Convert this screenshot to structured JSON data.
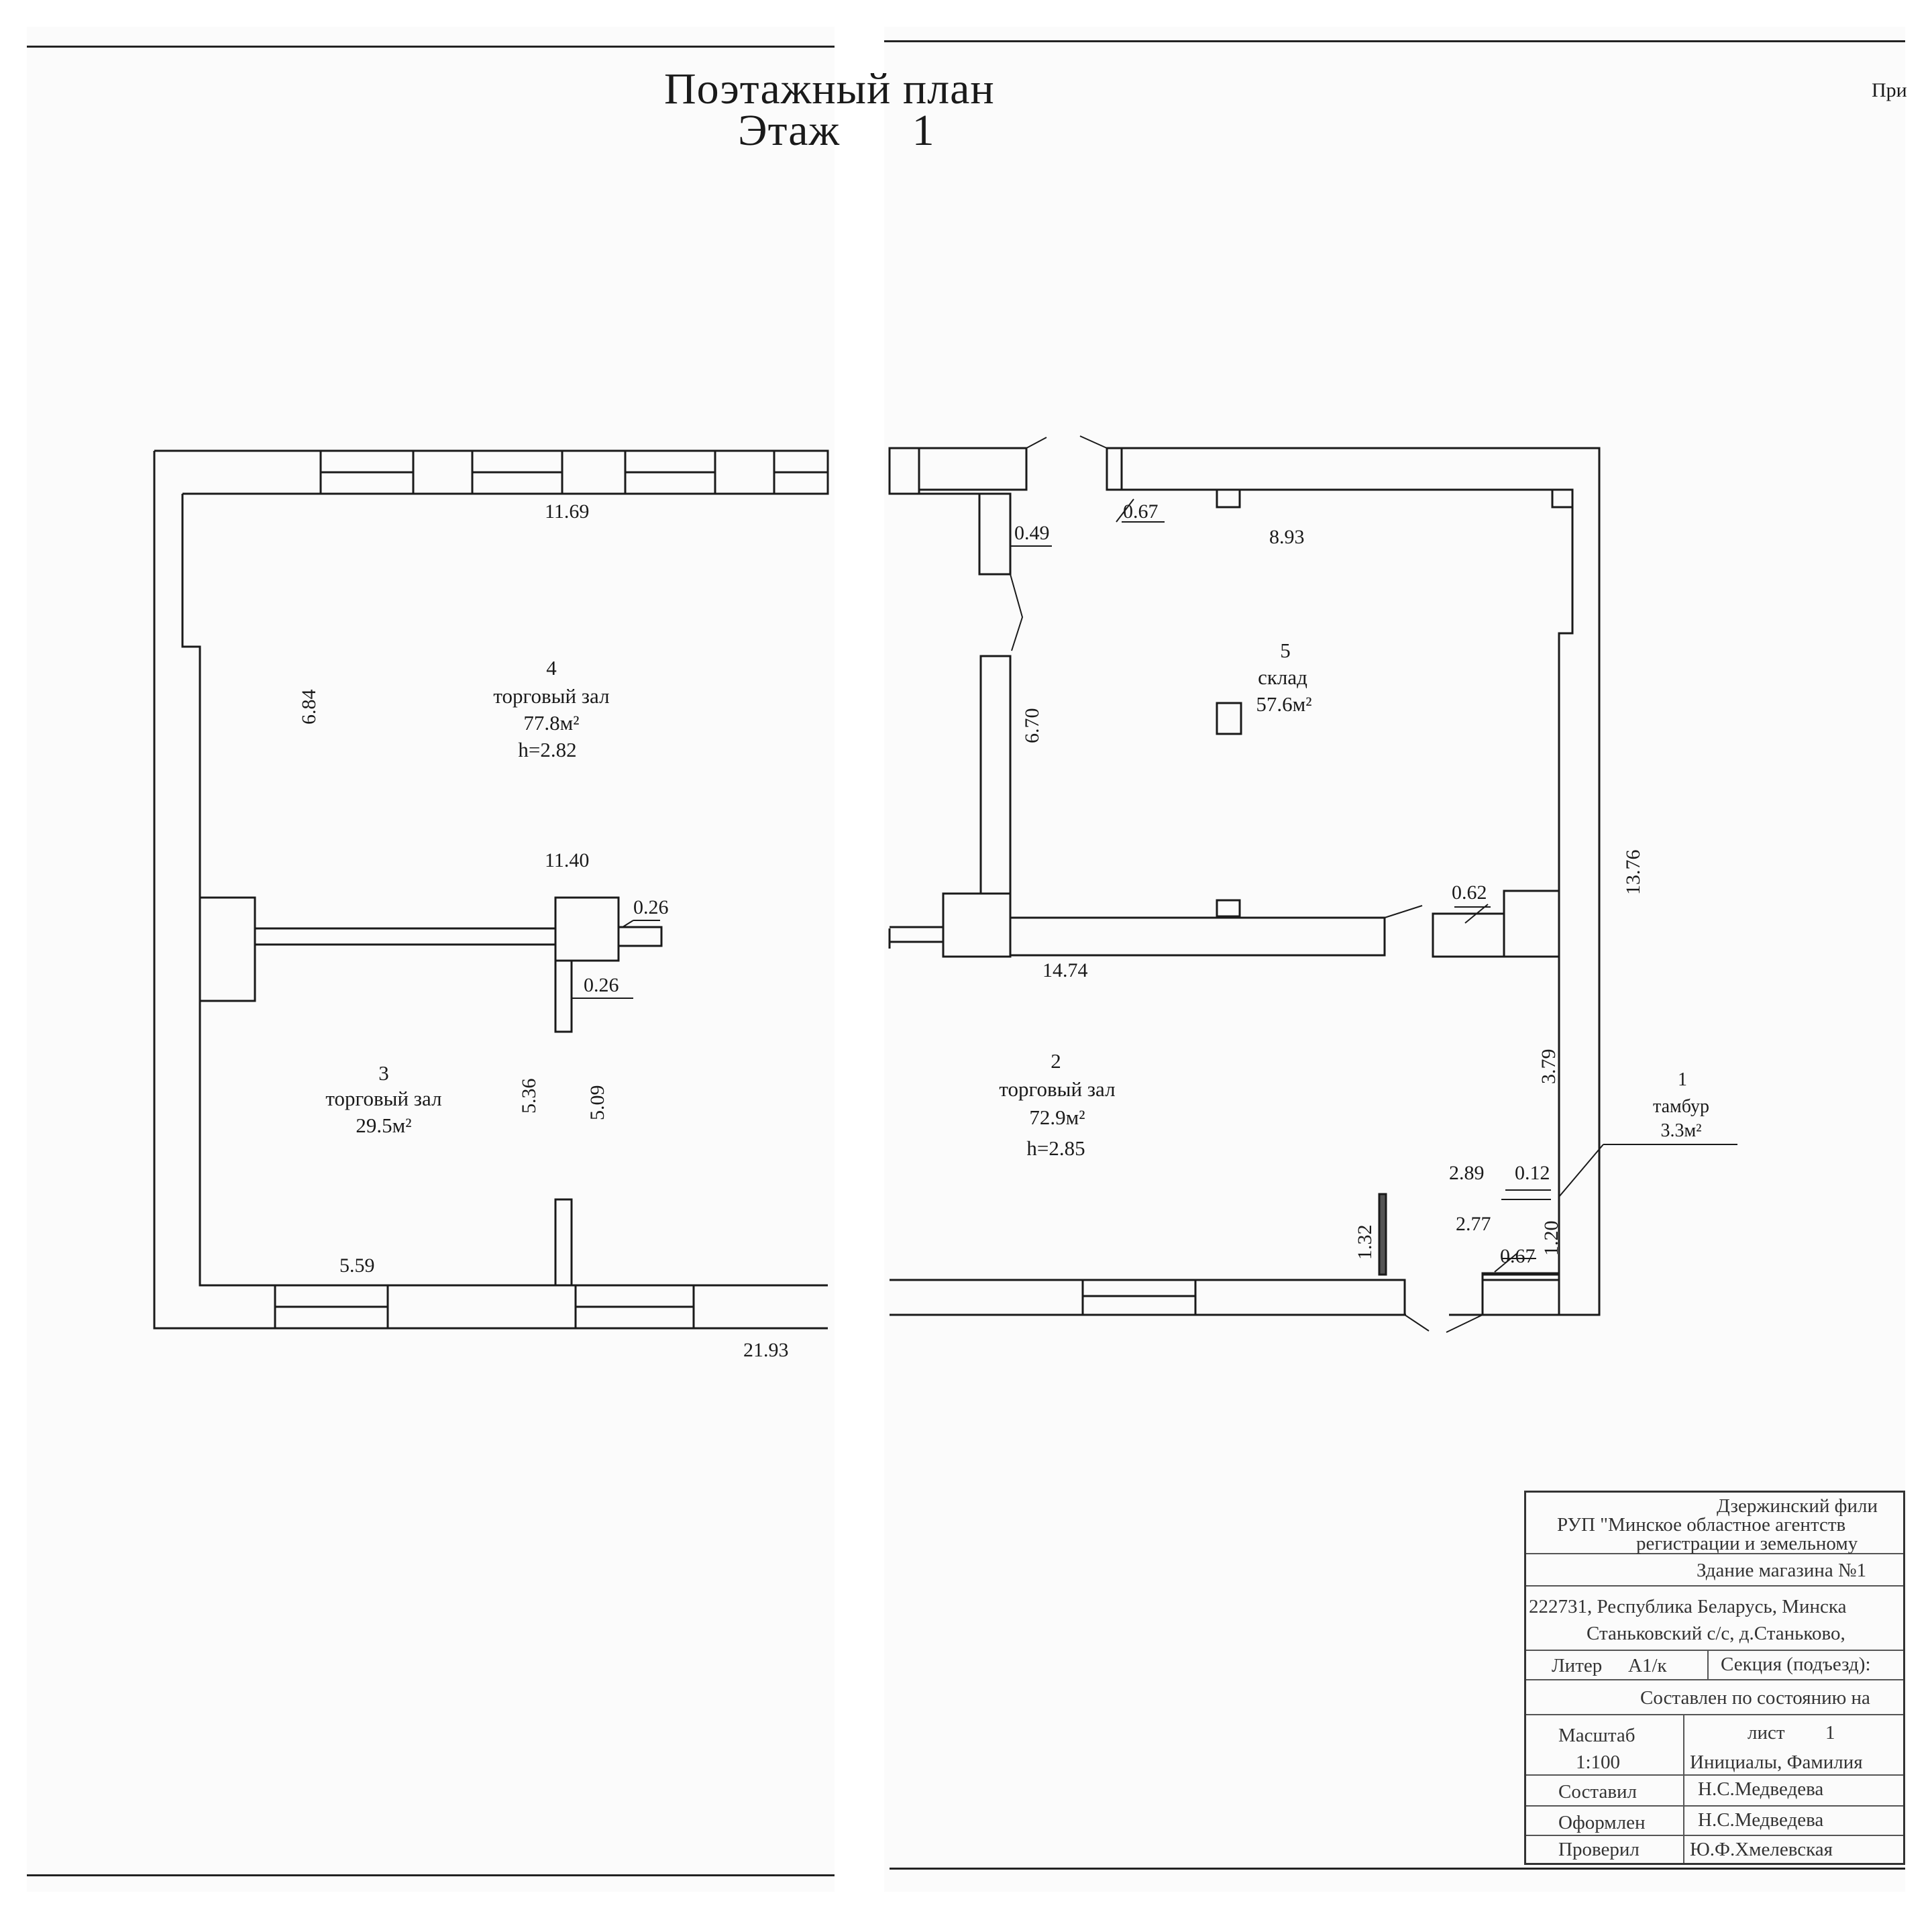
{
  "header": {
    "title": "Поэтажный план",
    "floor_label": "Этаж",
    "floor_number": "1",
    "corner_note": "При"
  },
  "rooms": [
    {
      "number": "4",
      "name": "торговый зал",
      "area": "77.8м²",
      "height": "h=2.82"
    },
    {
      "number": "3",
      "name": "торговый зал",
      "area": "29.5м²",
      "height": ""
    },
    {
      "number": "5",
      "name": "склад",
      "area": "57.6м²",
      "height": ""
    },
    {
      "number": "2",
      "name": "торговый зал",
      "area": "72.9м²",
      "height": "h=2.85"
    },
    {
      "number": "1",
      "name": "тамбур",
      "area": "3.3м²",
      "height": ""
    }
  ],
  "dimensions": {
    "d_11_69": "11.69",
    "d_6_84": "6.84",
    "d_11_40": "11.40",
    "d_0_26_a": "0.26",
    "d_0_26_b": "0.26",
    "d_5_36": "5.36",
    "d_5_09": "5.09",
    "d_5_59": "5.59",
    "d_21_93": "21.93",
    "d_0_49": "0.49",
    "d_0_67_top": "0.67",
    "d_8_93": "8.93",
    "d_6_70": "6.70",
    "d_0_62": "0.62",
    "d_13_76": "13.76",
    "d_14_74": "14.74",
    "d_3_79": "3.79",
    "d_2_89": "2.89",
    "d_0_12": "0.12",
    "d_2_77": "2.77",
    "d_1_20": "1.20",
    "d_0_67_bottom": "0.67",
    "d_1_32": "1.32"
  },
  "title_block": {
    "org_line1": "Дзержинский фили",
    "org_line2": "РУП \"Минское областное агентств",
    "org_line3": "регистрации и земельному",
    "object": "Здание магазина №1",
    "address_line1": "222731, Республика Беларусь, Минска",
    "address_line2": "Станьковский с/с, д.Станьково,",
    "liter_label": "Литер",
    "liter_value": "А1/к",
    "section_label": "Секция (подъезд):",
    "state_label": "Составлен по состоянию на",
    "scale_label": "Масштаб",
    "scale_value": "1:100",
    "sheet_label": "лист",
    "sheet_value": "1",
    "initials_label": "Инициалы, Фамилия",
    "compiled_label": "Составил",
    "compiled_name": "Н.С.Медведева",
    "drawn_label": "Оформлен",
    "drawn_name": "Н.С.Медведева",
    "checked_label": "Проверил",
    "checked_name": "Ю.Ф.Хмелевская"
  }
}
